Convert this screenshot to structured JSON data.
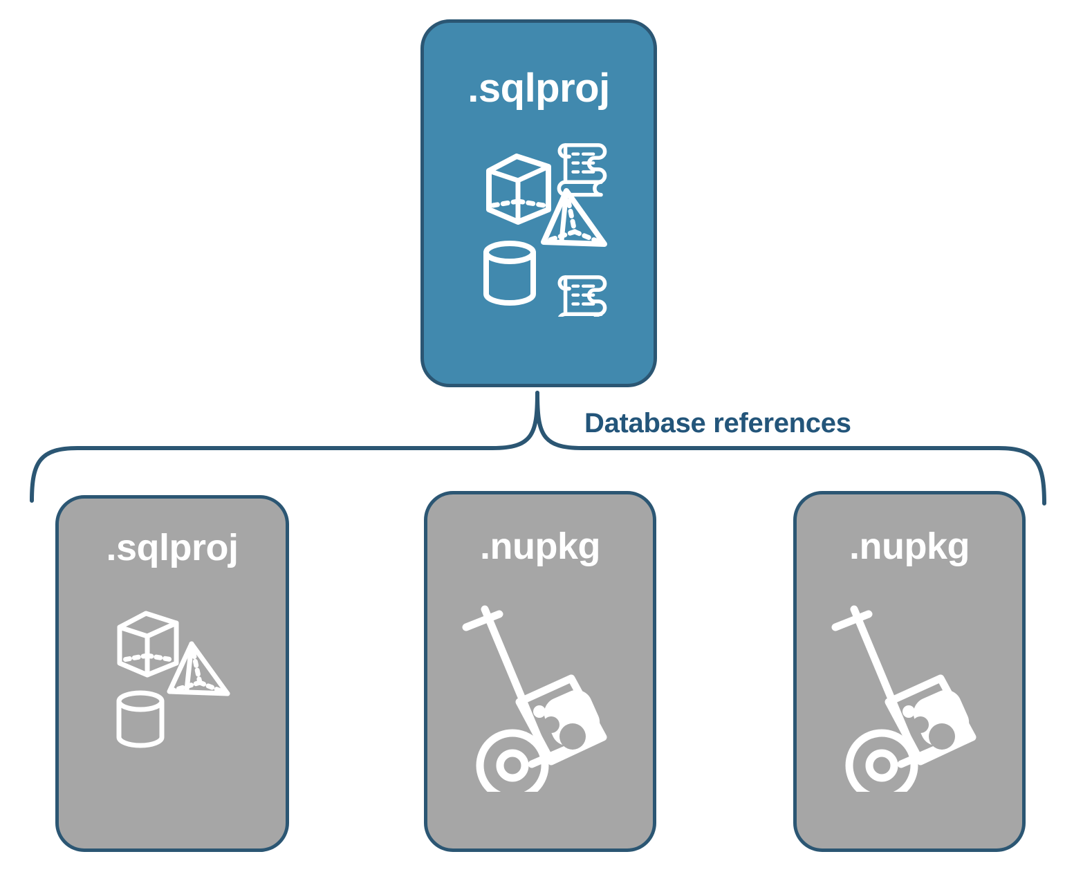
{
  "diagram": {
    "title_top": ".sqlproj",
    "connector_label": "Database references",
    "colors": {
      "accent_blue": "#4189ae",
      "card_gray": "#a6a6a6",
      "border_navy": "#2b5673",
      "label_navy": "#23557a",
      "icon_white": "#ffffff",
      "background": "#ffffff"
    },
    "top_node": {
      "label": ".sqlproj",
      "fill": "blue",
      "icons": [
        "cube-icon",
        "scroll-icon",
        "pyramid-icon",
        "cylinder-icon",
        "scroll-icon"
      ]
    },
    "child_nodes": [
      {
        "label": ".sqlproj",
        "fill": "gray",
        "icons": [
          "cube-icon",
          "pyramid-icon",
          "cylinder-icon"
        ]
      },
      {
        "label": ".nupkg",
        "fill": "gray",
        "icons": [
          "nuget-handtruck-icon"
        ]
      },
      {
        "label": ".nupkg",
        "fill": "gray",
        "icons": [
          "nuget-handtruck-icon"
        ]
      }
    ]
  }
}
